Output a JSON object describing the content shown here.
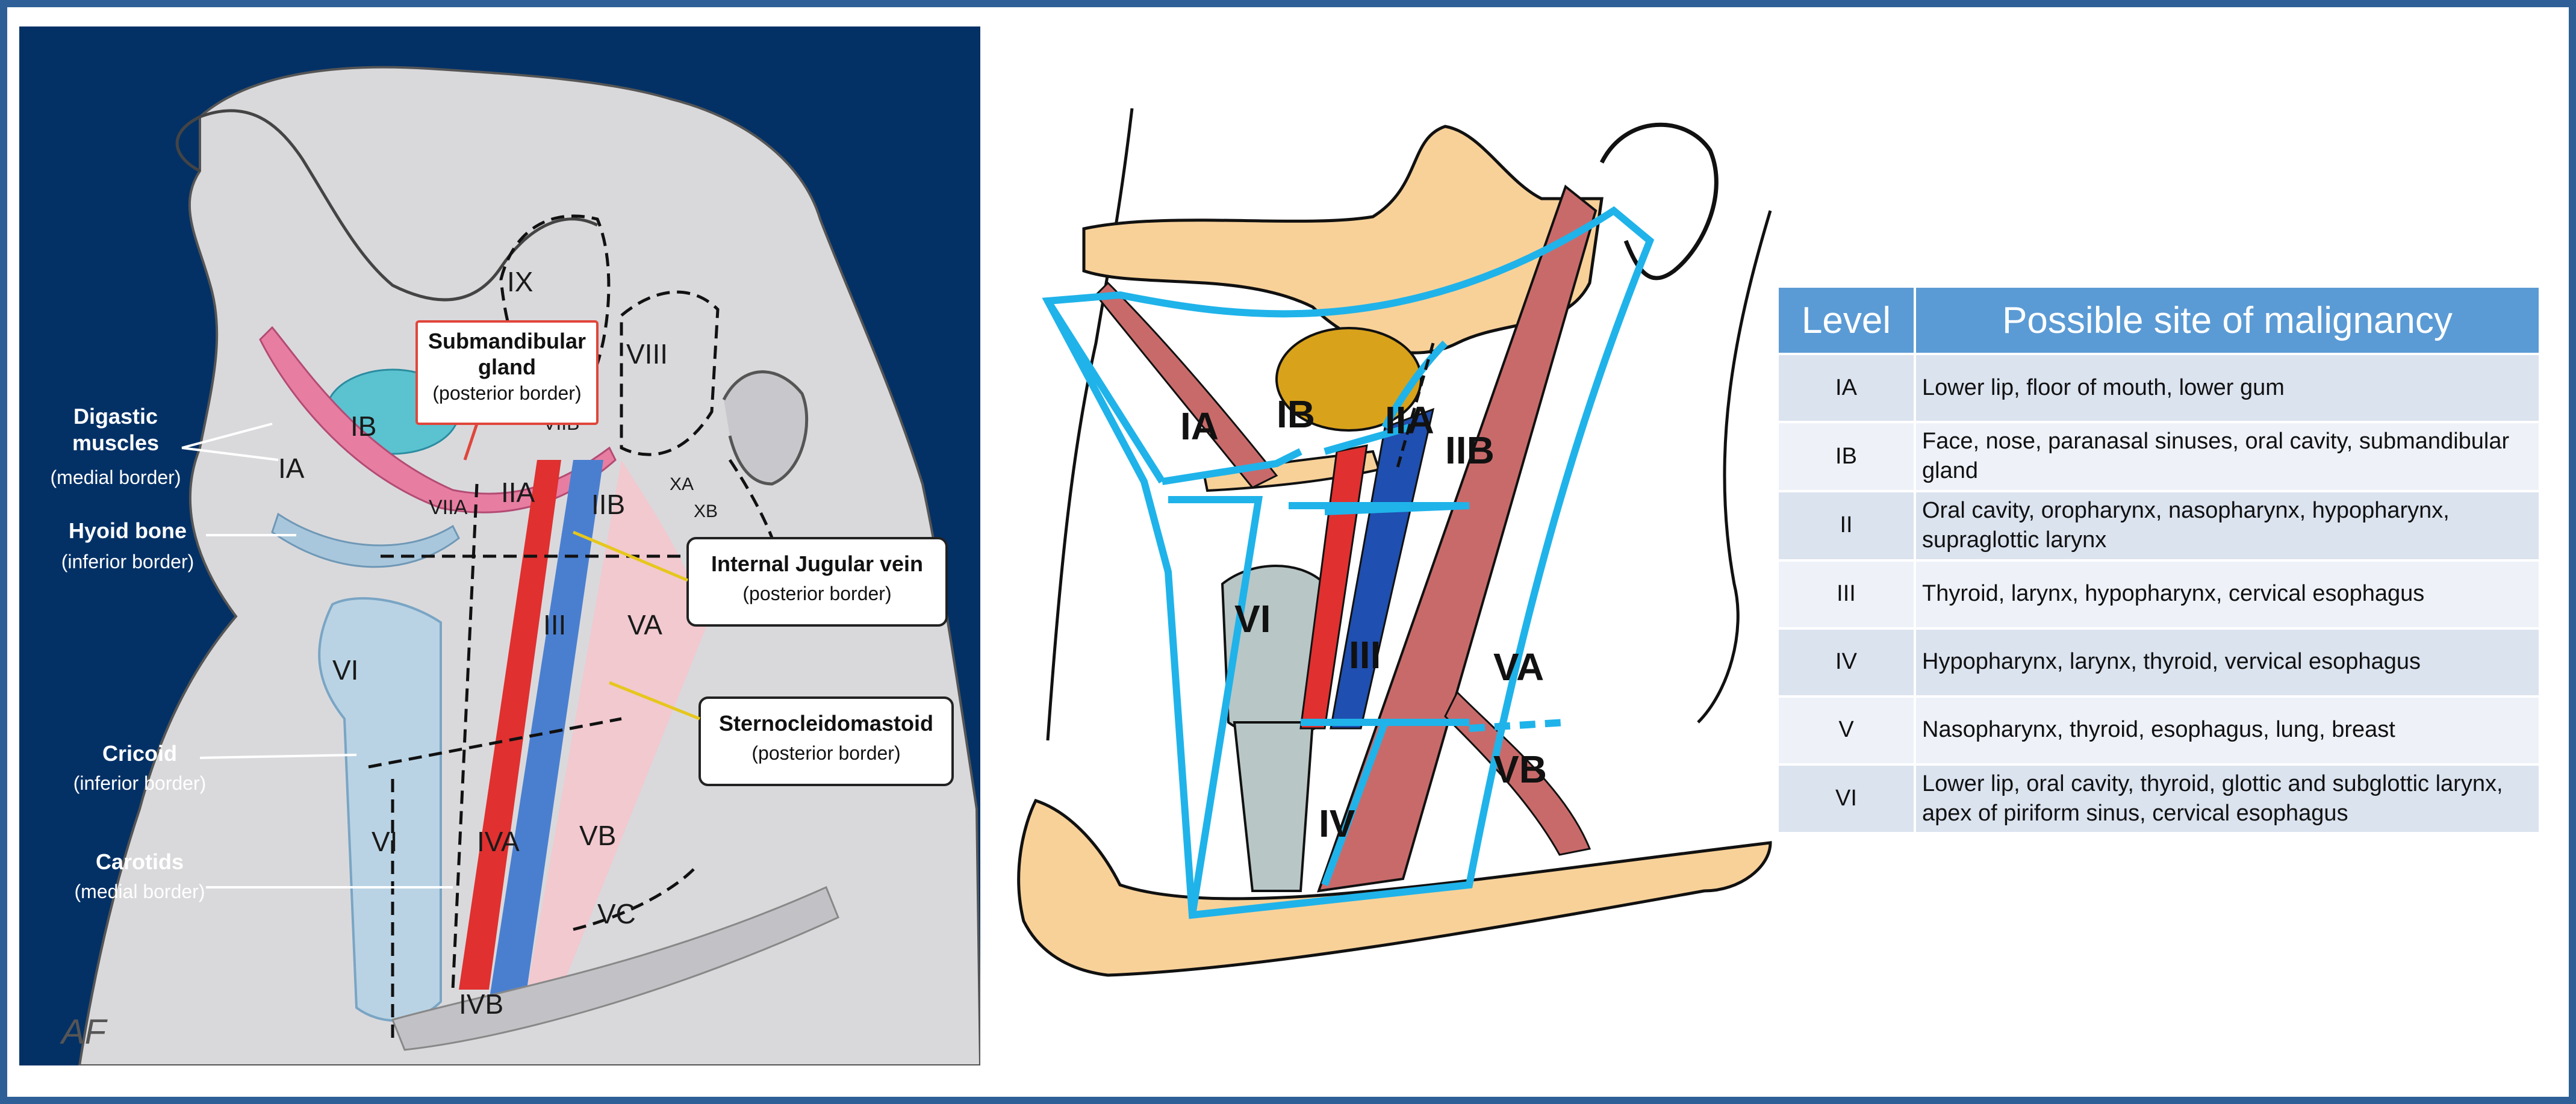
{
  "figure_left": {
    "levels": {
      "IX": "IX",
      "VIII": "VIII",
      "IB": "IB",
      "VIIB": "VIIB",
      "IA": "IA",
      "VIIA": "VIIA",
      "IIA": "IIA",
      "IIB": "IIB",
      "XA": "XA",
      "XB": "XB",
      "III": "III",
      "VA": "VA",
      "VI_upper": "VI",
      "VI_lower": "VI",
      "IVA": "IVA",
      "VB": "VB",
      "VC": "VC",
      "IVB": "IVB"
    },
    "labels": {
      "submandibular": {
        "title1": "Submandibular",
        "title2": "gland",
        "sub": "(posterior border)"
      },
      "digastric": {
        "line1": "Digastic",
        "line2": "muscles",
        "sub": "(medial border)"
      },
      "hyoid": {
        "title": "Hyoid bone",
        "sub": "(inferior border)"
      },
      "ijv": {
        "title": "Internal Jugular vein",
        "sub": "(posterior border)"
      },
      "scm": {
        "title": "Sternocleidomastoid",
        "sub": "(posterior border)"
      },
      "cricoid": {
        "title": "Cricoid",
        "sub": "(inferior border)"
      },
      "carotids": {
        "title": "Carotids",
        "sub": "(medial border)"
      }
    },
    "signature": "AF"
  },
  "figure_mid": {
    "levels": {
      "IA": "IA",
      "IB": "IB",
      "IIA": "IIA",
      "IIB": "IIB",
      "VI": "VI",
      "III": "III",
      "VA": "VA",
      "VB": "VB",
      "IV": "IV"
    }
  },
  "table": {
    "header_level": "Level",
    "header_site": "Possible site of malignancy",
    "rows": [
      {
        "level": "IA",
        "site": "Lower lip, floor of mouth, lower gum"
      },
      {
        "level": "IB",
        "site": "Face, nose, paranasal sinuses, oral cavity, submandibular gland"
      },
      {
        "level": "II",
        "site": "Oral cavity, oropharynx, nasopharynx, hypopharynx, supraglottic larynx"
      },
      {
        "level": "III",
        "site": "Thyroid, larynx, hypopharynx, cervical esophagus"
      },
      {
        "level": "IV",
        "site": "Hypopharynx, larynx, thyroid, vervical esophagus"
      },
      {
        "level": "V",
        "site": "Nasopharynx, thyroid, esophagus, lung, breast"
      },
      {
        "level": "VI",
        "site": "Lower lip, oral cavity, thyroid, glottic and subglottic larynx, apex of piriform sinus, cervical esophagus"
      }
    ]
  },
  "colors": {
    "frame": "#2f5f97",
    "left_background": "#033166",
    "skin": "#d9d9dc",
    "carotid": "#e03030",
    "jugular": "#4a7fd0",
    "muscle": "#c96a6a",
    "bone": "#f8d199",
    "level_border": "#1fb3ea",
    "gland": "#d9a21b",
    "table_header": "#5b9bd5"
  }
}
